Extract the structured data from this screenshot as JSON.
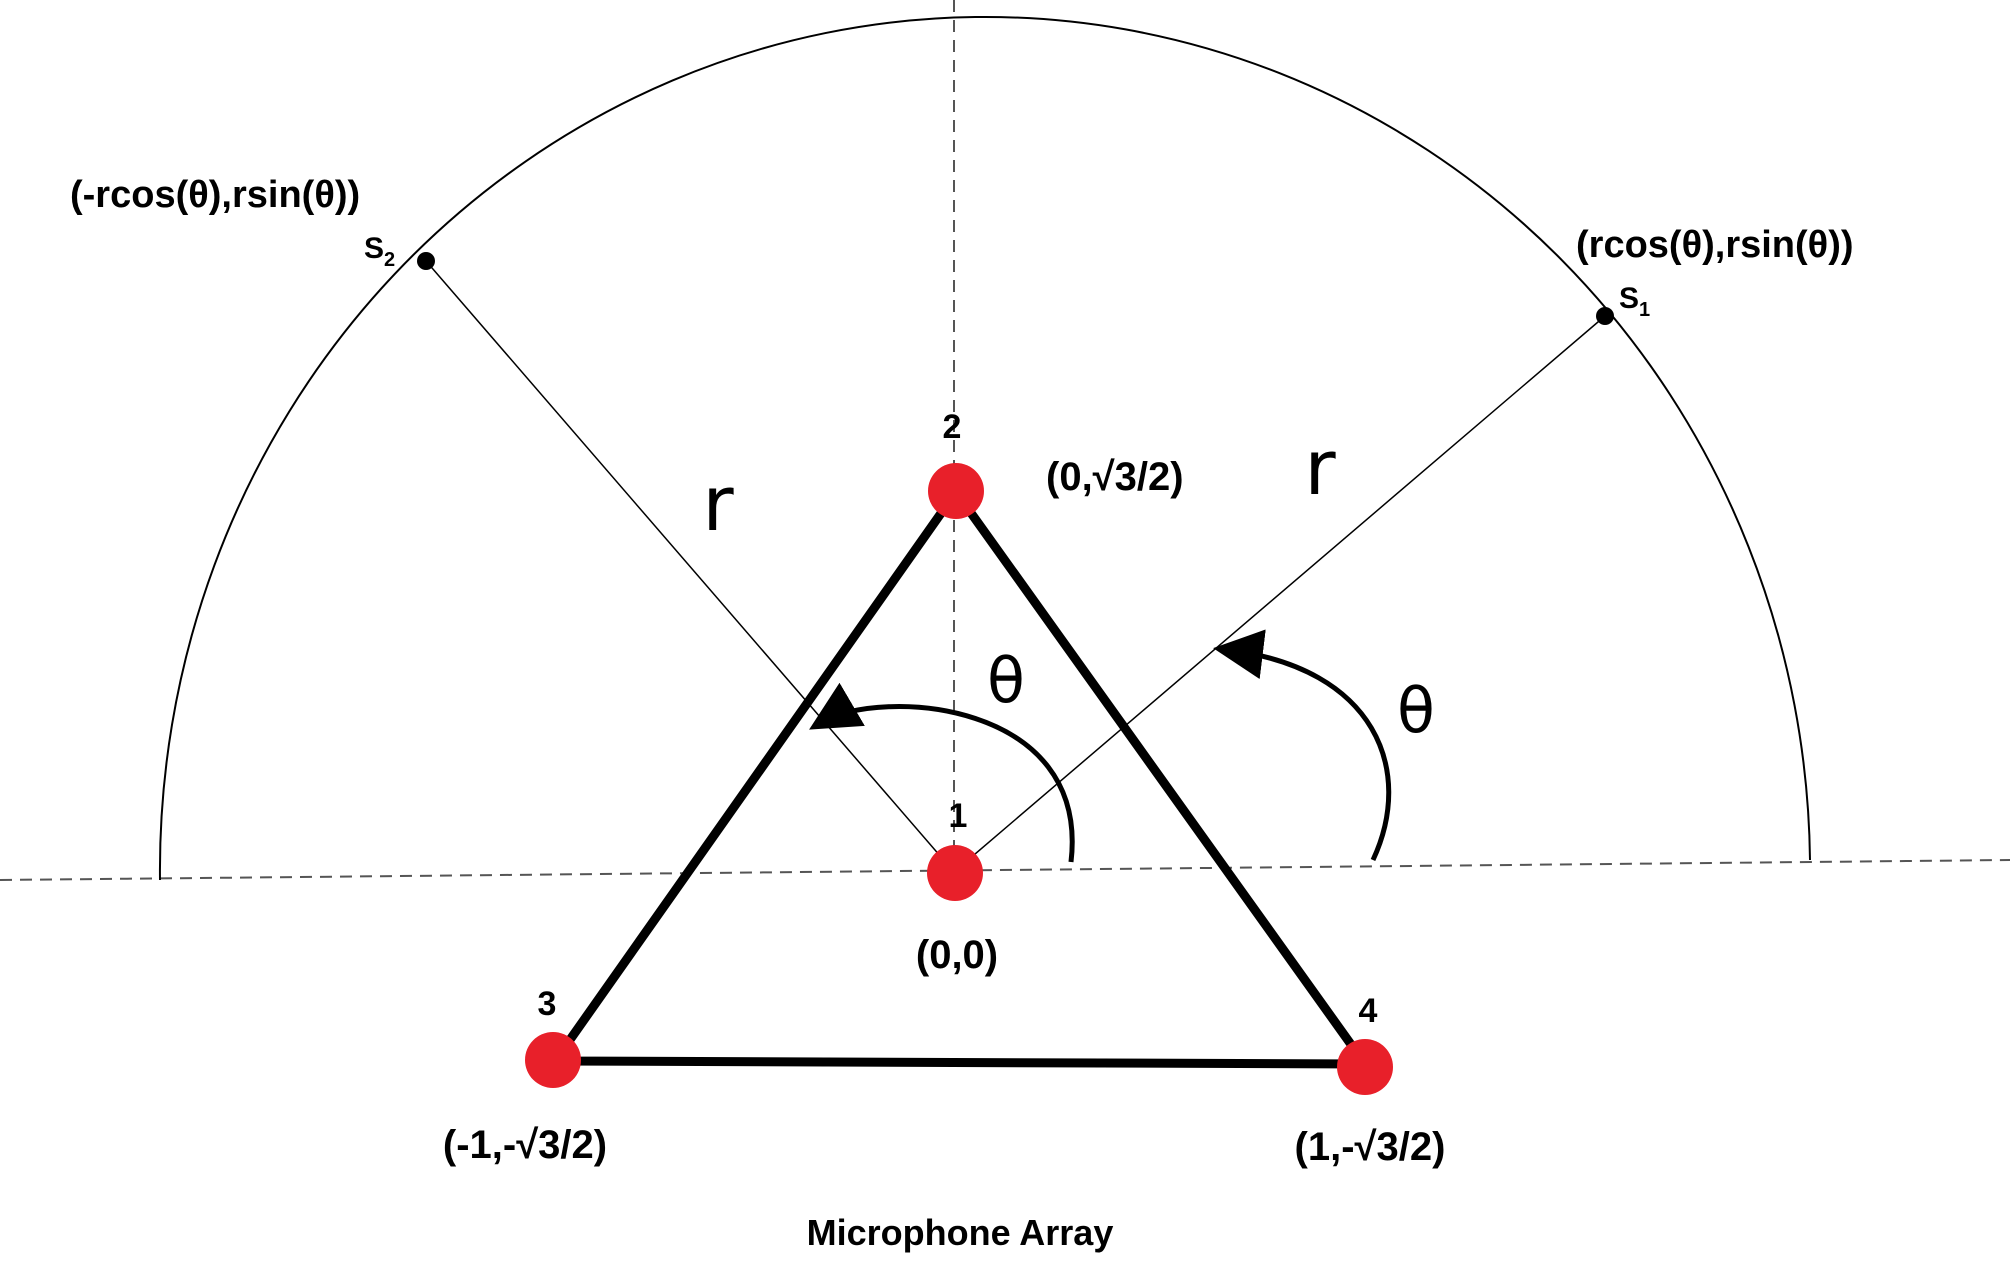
{
  "diagram": {
    "caption": "Microphone Array",
    "colors": {
      "microphone": "#e8202a",
      "line": "#000000",
      "background": "#ffffff"
    },
    "microphones": [
      {
        "id": "1",
        "coord": "(0,0)"
      },
      {
        "id": "2",
        "coord": "(0,√3/2)"
      },
      {
        "id": "3",
        "coord": "(-1,-√3/2)"
      },
      {
        "id": "4",
        "coord": "(1,-√3/2)"
      }
    ],
    "sources": [
      {
        "name": "S",
        "subscript": "1",
        "coord": "(rcos(θ),rsin(θ))"
      },
      {
        "name": "S",
        "subscript": "2",
        "coord": "(-rcos(θ),rsin(θ))"
      }
    ],
    "radius_label": "r",
    "angle_label": "θ"
  }
}
